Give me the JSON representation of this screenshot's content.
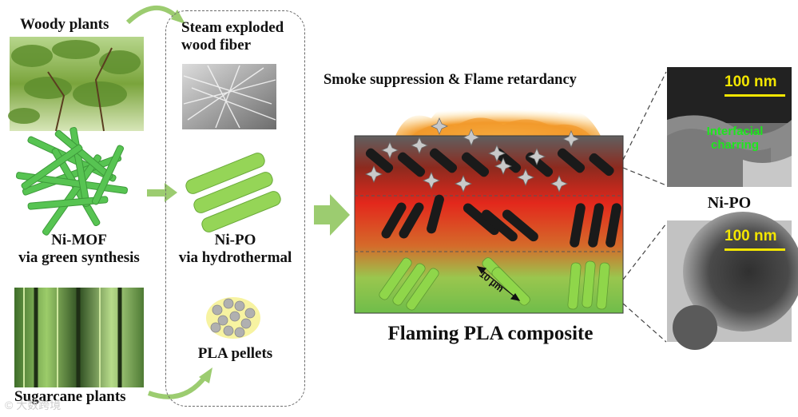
{
  "left": {
    "woody_label": "Woody plants",
    "nimof_label": [
      "Ni-MOF",
      "via green synthesis"
    ],
    "sugarcane_label": "Sugarcane plants"
  },
  "middle": {
    "steam_label": [
      "Steam exploded",
      "wood fiber"
    ],
    "nipo_label": [
      "Ni-PO",
      "via hydrothermal"
    ],
    "pla_label": "PLA pellets"
  },
  "composite": {
    "top_caption": "Smoke suppression & Flame retardancy",
    "bottom_caption": "Flaming PLA composite",
    "scale_label": "10 μm"
  },
  "tem": {
    "top_scale": "100 nm",
    "charring_label": [
      "Interfacial",
      "charring"
    ],
    "middle_label": "Ni-PO",
    "bottom_scale": "100 nm"
  },
  "watermark": "© 大数跨境",
  "colors": {
    "green_arrow": "#9ccc70",
    "rod_green": "#8fd64a",
    "scale_yellow": "#f3e600",
    "charring_green": "#1ee61e"
  }
}
